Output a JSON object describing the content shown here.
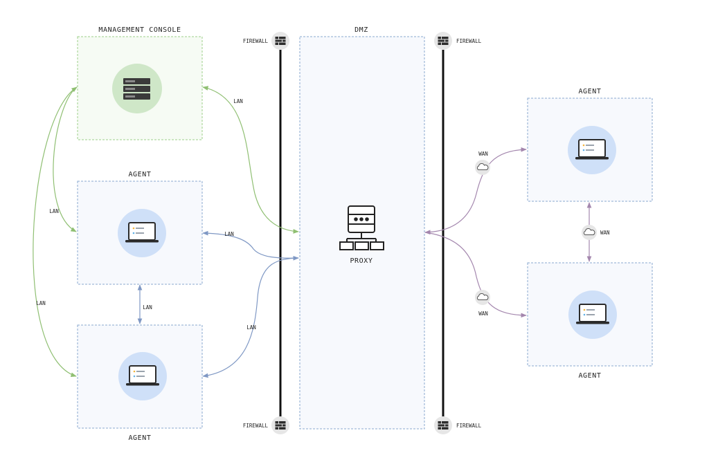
{
  "colors": {
    "lan_green": "#8fbf72",
    "lan_blue": "#7f98c4",
    "wan_purple": "#a487ae",
    "console_border": "#9ccf88",
    "console_fill": "#f6fbf4",
    "console_circle": "#cfe7c8",
    "agent_border": "#8aa8cf",
    "agent_fill": "#f7f9fd",
    "agent_circle": "#cfe0f8",
    "firewall_line": "#111111",
    "firewall_badge": "#e6e6e6"
  },
  "titles": {
    "console": "MANAGEMENT CONSOLE",
    "dmz": "DMZ",
    "agent_left_middle": "AGENT",
    "agent_left_bottom": "AGENT",
    "agent_right_top": "AGENT",
    "agent_right_bottom": "AGENT"
  },
  "firewall_label": "FIREWALL",
  "proxy_label": "PROXY",
  "link_labels": {
    "lan": "LAN",
    "wan": "WAN"
  },
  "icons": {
    "server": "server-rack-icon",
    "laptop": "laptop-icon",
    "proxy": "proxy-network-icon",
    "firewall": "firewall-icon",
    "cloud": "cloud-icon"
  }
}
